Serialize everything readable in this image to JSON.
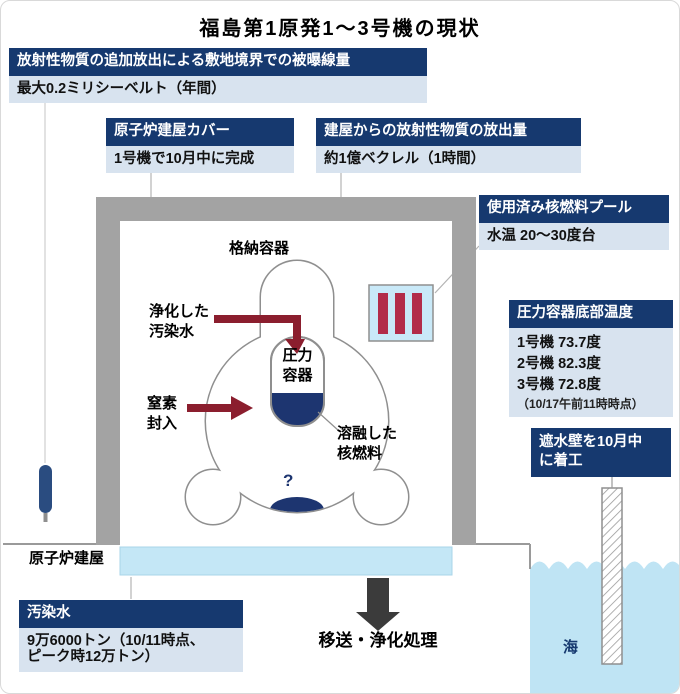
{
  "title": "福島第1原発1〜3号機の現状",
  "callouts": {
    "dose": {
      "header": "放射性物質の追加放出による敷地境界での被曝線量",
      "body": "最大0.2ミリシーベルト（年間）"
    },
    "building_cover": {
      "header": "原子炉建屋カバー",
      "body": "1号機で10月中に完成"
    },
    "release": {
      "header": "建屋からの放射性物質の放出量",
      "body": "約1億ベクレル（1時間）"
    },
    "fuel_pool": {
      "header": "使用済み核燃料プール",
      "body": "水温 20〜30度台"
    },
    "vessel_temp": {
      "header": "圧力容器底部温度",
      "rows": [
        "1号機 73.7度",
        "2号機 82.3度",
        "3号機 72.8度"
      ],
      "note": "（10/17午前11時時点）"
    },
    "sea_wall": {
      "line1": "遮水壁を10月中",
      "line2": "に着工"
    },
    "contaminated_water": {
      "header": "汚染水",
      "line1": "9万6000トン（10/11時点、",
      "line2": "ピーク時12万トン）"
    }
  },
  "diagram": {
    "containment_vessel": "格納容器",
    "purified_water_1": "浄化した",
    "purified_water_2": "汚染水",
    "pressure_vessel_1": "圧力",
    "pressure_vessel_2": "容器",
    "nitrogen_1": "窒素",
    "nitrogen_2": "封入",
    "melted_fuel_1": "溶融した",
    "melted_fuel_2": "核燃料",
    "unknown_mark": "?",
    "reactor_building": "原子炉建屋",
    "transfer": "移送・浄化処理",
    "sea": "海"
  },
  "colors": {
    "header_bg": "#16396f",
    "body_bg": "#d8e3ef",
    "building_gray": "#a3a3a3",
    "water_blue": "#c4e7f6",
    "sea_blue": "#bfe4f4",
    "fuel_navy": "#1d3570",
    "arrow_red": "#8b1e2e",
    "fuel_rod_red": "#b22c49",
    "transfer_arrow": "#3b3b3b"
  }
}
